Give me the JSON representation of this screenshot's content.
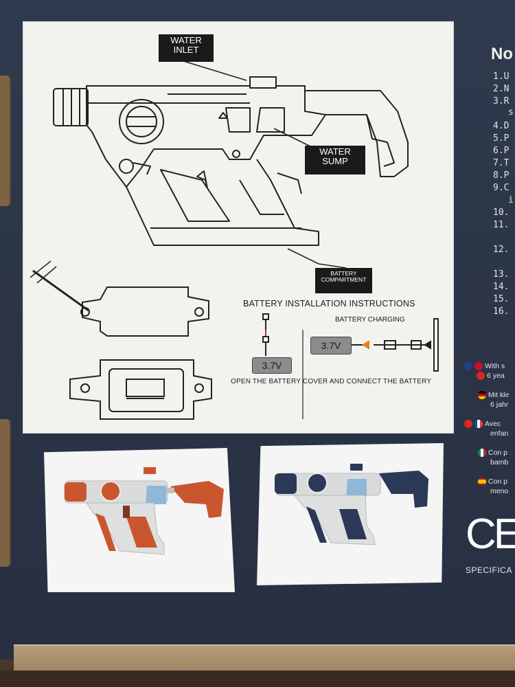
{
  "labels": {
    "water_inlet": [
      "WATER",
      "INLET"
    ],
    "water_sump": [
      "WATER",
      "SUMP"
    ],
    "battery_compartment": [
      "BATTERY",
      "COMPARTMENT"
    ]
  },
  "battery": {
    "installation_heading": "BATTERY INSTALLATION INSTRUCTIONS",
    "charging_heading": "BATTERY CHARGING",
    "open_cover_text": "OPEN THE BATTERY COVER AND CONNECT THE BATTERY",
    "cell_voltage_left": "3.7V",
    "cell_voltage_right": "3.7V"
  },
  "notes": {
    "title": "No",
    "items": [
      {
        "num": "1.",
        "text": "U"
      },
      {
        "num": "2.",
        "text": "N"
      },
      {
        "num": "3.",
        "text": "R"
      },
      {
        "num": "",
        "text": "s"
      },
      {
        "num": "4.",
        "text": "D"
      },
      {
        "num": "5.",
        "text": "P"
      },
      {
        "num": "6.",
        "text": "P"
      },
      {
        "num": "7.",
        "text": "T"
      },
      {
        "num": "8.",
        "text": "P"
      },
      {
        "num": "9.",
        "text": "C"
      },
      {
        "num": "",
        "text": "ir"
      },
      {
        "num": "10.",
        "text": ""
      },
      {
        "num": "11.",
        "text": ""
      },
      {
        "num": "12.",
        "text": ""
      },
      {
        "num": "13.",
        "text": ""
      },
      {
        "num": "14.",
        "text": ""
      },
      {
        "num": "15.",
        "text": ""
      },
      {
        "num": "16.",
        "text": ""
      }
    ]
  },
  "warnings": [
    {
      "lang": "en",
      "line1": "With s",
      "line2": "6 yea"
    },
    {
      "lang": "de",
      "line1": "Mit kle",
      "line2": "6 jahr"
    },
    {
      "lang": "fr",
      "line1": "Avec",
      "line2": "enfan"
    },
    {
      "lang": "it",
      "line1": "Con p",
      "line2": "bamb"
    },
    {
      "lang": "es",
      "line1": "Con p",
      "line2": "meno"
    }
  ],
  "ce_mark": "CE",
  "spec_text": "SPECIFICA",
  "colors": {
    "box_navy": "#2d3749",
    "panel_bg": "#f2f2ef",
    "label_black": "#1a1a1a",
    "orange_variant": "#d35a2e",
    "navy_variant": "#2c3858"
  }
}
